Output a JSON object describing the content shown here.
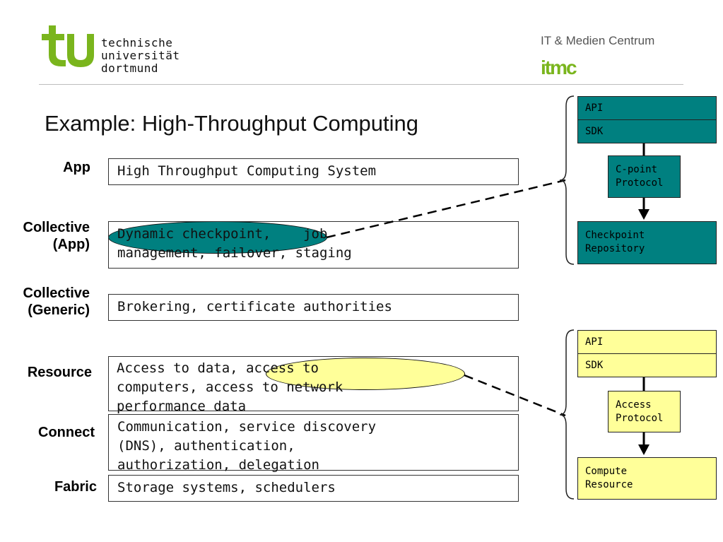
{
  "header": {
    "tu_line1": "technische",
    "tu_line2": "universität",
    "tu_line3": "dortmund",
    "itmc_title": "IT & Medien Centrum",
    "itmc_logo": "itmc"
  },
  "slide_title": "Example: High-Throughput Computing",
  "layers": {
    "app": {
      "label": "App",
      "text": "High Throughput Computing System"
    },
    "collective_app": {
      "label_line1": "Collective",
      "label_line2": "(App)",
      "text": "Dynamic checkpoint,    job\nmanagement, failover, staging"
    },
    "collective_generic": {
      "label_line1": "Collective",
      "label_line2": "(Generic)",
      "text": "Brokering, certificate authorities"
    },
    "resource": {
      "label": "Resource",
      "text": "Access to data, access to\ncomputers, access to network\nperformance data"
    },
    "connect": {
      "label": "Connect",
      "text": "Communication, service discovery\n(DNS), authentication,\nauthorization, delegation"
    },
    "fabric": {
      "label": "Fabric",
      "text": "Storage systems, schedulers"
    }
  },
  "teal_stack": {
    "api": "API",
    "sdk": "SDK",
    "protocol": "C-point\nProtocol",
    "repository": "Checkpoint\nRepository"
  },
  "yellow_stack": {
    "api": "API",
    "sdk": "SDK",
    "protocol": "Access\nProtocol",
    "repository": "Compute\nResource"
  },
  "colors": {
    "teal": "#008080",
    "yellow": "#ffff99",
    "tu_green": "#7ab51d"
  }
}
